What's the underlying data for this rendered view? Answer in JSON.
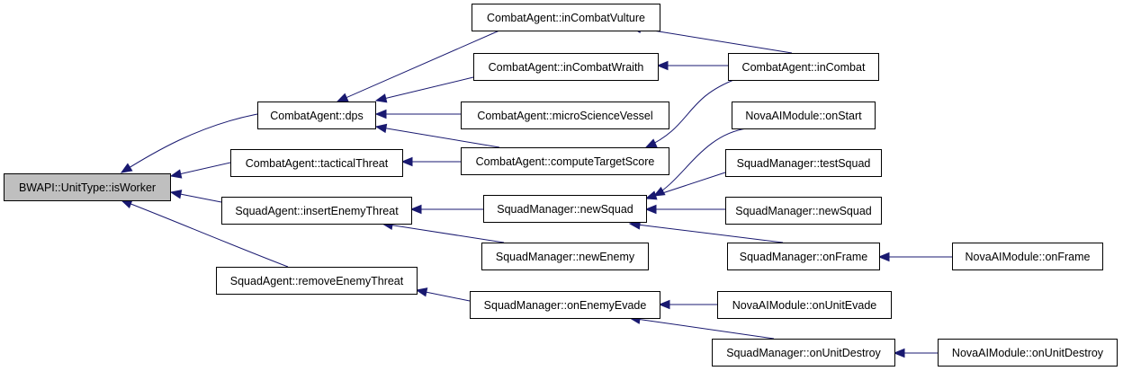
{
  "graph": {
    "root": "BWAPI::UnitType::isWorker",
    "nodes": [
      {
        "id": "isWorker",
        "label": "BWAPI::UnitType::isWorker"
      },
      {
        "id": "dps",
        "label": "CombatAgent::dps"
      },
      {
        "id": "tacticalThreat",
        "label": "CombatAgent::tacticalThreat"
      },
      {
        "id": "insertEnemyThreat",
        "label": "SquadAgent::insertEnemyThreat"
      },
      {
        "id": "removeEnemyThreat",
        "label": "SquadAgent::removeEnemyThreat"
      },
      {
        "id": "inCombatVulture",
        "label": "CombatAgent::inCombatVulture"
      },
      {
        "id": "inCombatWraith",
        "label": "CombatAgent::inCombatWraith"
      },
      {
        "id": "microScienceVessel",
        "label": "CombatAgent::microScienceVessel"
      },
      {
        "id": "computeTargetScore",
        "label": "CombatAgent::computeTargetScore"
      },
      {
        "id": "newSquad1",
        "label": "SquadManager::newSquad"
      },
      {
        "id": "newEnemy",
        "label": "SquadManager::newEnemy"
      },
      {
        "id": "onEnemyEvade",
        "label": "SquadManager::onEnemyEvade"
      },
      {
        "id": "inCombat",
        "label": "CombatAgent::inCombat"
      },
      {
        "id": "onStart",
        "label": "NovaAIModule::onStart"
      },
      {
        "id": "testSquad",
        "label": "SquadManager::testSquad"
      },
      {
        "id": "newSquad2",
        "label": "SquadManager::newSquad"
      },
      {
        "id": "smOnFrame",
        "label": "SquadManager::onFrame"
      },
      {
        "id": "onUnitEvade",
        "label": "NovaAIModule::onUnitEvade"
      },
      {
        "id": "smOnUnitDestroy",
        "label": "SquadManager::onUnitDestroy"
      },
      {
        "id": "novaOnFrame",
        "label": "NovaAIModule::onFrame"
      },
      {
        "id": "novaOnUnitDestroy",
        "label": "NovaAIModule::onUnitDestroy"
      }
    ],
    "edges": [
      {
        "from": "dps",
        "to": "isWorker"
      },
      {
        "from": "tacticalThreat",
        "to": "isWorker"
      },
      {
        "from": "insertEnemyThreat",
        "to": "isWorker"
      },
      {
        "from": "removeEnemyThreat",
        "to": "isWorker"
      },
      {
        "from": "inCombatVulture",
        "to": "dps"
      },
      {
        "from": "inCombatWraith",
        "to": "dps"
      },
      {
        "from": "microScienceVessel",
        "to": "dps"
      },
      {
        "from": "computeTargetScore",
        "to": "dps"
      },
      {
        "from": "computeTargetScore",
        "to": "tacticalThreat"
      },
      {
        "from": "newSquad1",
        "to": "insertEnemyThreat"
      },
      {
        "from": "newEnemy",
        "to": "insertEnemyThreat"
      },
      {
        "from": "onEnemyEvade",
        "to": "removeEnemyThreat"
      },
      {
        "from": "inCombat",
        "to": "inCombatVulture"
      },
      {
        "from": "inCombat",
        "to": "inCombatWraith"
      },
      {
        "from": "inCombat",
        "to": "computeTargetScore"
      },
      {
        "from": "onStart",
        "to": "newSquad1"
      },
      {
        "from": "testSquad",
        "to": "newSquad1"
      },
      {
        "from": "newSquad2",
        "to": "newSquad1"
      },
      {
        "from": "smOnFrame",
        "to": "newSquad1"
      },
      {
        "from": "novaOnFrame",
        "to": "smOnFrame"
      },
      {
        "from": "onUnitEvade",
        "to": "onEnemyEvade"
      },
      {
        "from": "smOnUnitDestroy",
        "to": "onEnemyEvade"
      },
      {
        "from": "novaOnUnitDestroy",
        "to": "smOnUnitDestroy"
      }
    ]
  },
  "colors": {
    "edge": "#191970",
    "root_fill": "#bfbfbf",
    "node_fill": "#ffffff",
    "node_border": "#000000"
  }
}
